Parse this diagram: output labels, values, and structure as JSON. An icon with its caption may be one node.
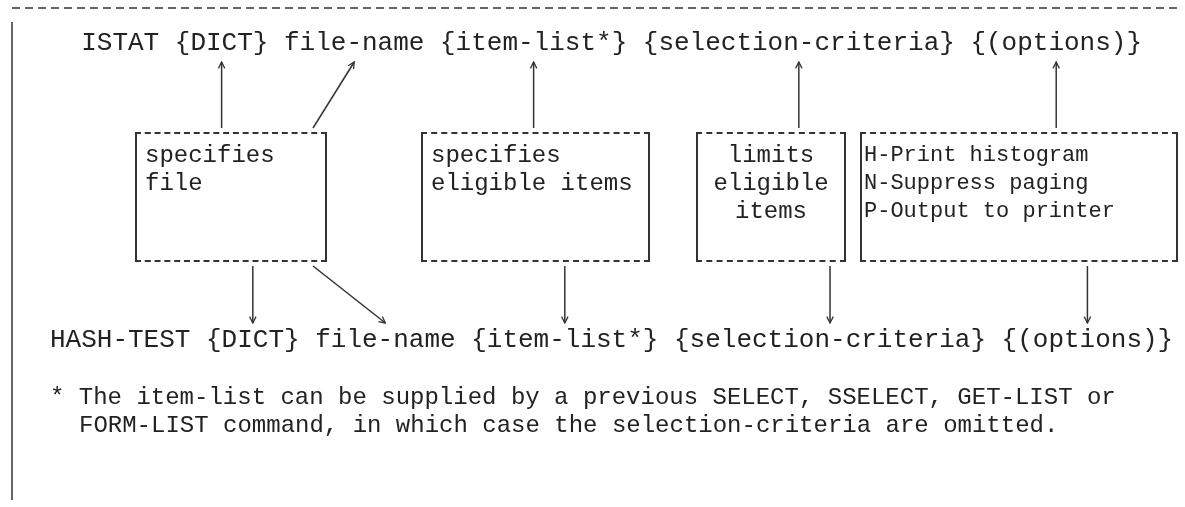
{
  "diagram": {
    "nodes": [
      {
        "text": [
          "{DICT}"
        ]
      },
      {
        "text": [
          "file-name"
        ]
      },
      {
        "text": [
          "{item-list*}"
        ]
      },
      {
        "text": [
          "{selection-criteria}"
        ]
      },
      {
        "text": [
          "{(options)}"
        ]
      },
      {
        "text": [
          "specifies file"
        ]
      },
      {
        "text": [
          "specifies eligible items"
        ]
      },
      {
        "text": [
          "limits eligible items"
        ]
      },
      {
        "text": [
          "H-Print histogram",
          "N-Suppress paging",
          "P-Output to printer"
        ]
      },
      {
        "text": [
          "{DICT}"
        ]
      },
      {
        "text": [
          "file-name"
        ]
      },
      {
        "text": [
          "{item-list*}"
        ]
      },
      {
        "text": [
          "{selection-criteria}"
        ]
      },
      {
        "text": [
          "{(options)}"
        ]
      }
    ],
    "edges": [
      {
        "from": 5,
        "to": 0,
        "arrow": "to"
      },
      {
        "from": 5,
        "to": 1,
        "arrow": "to"
      },
      {
        "from": 6,
        "to": 2,
        "arrow": "to"
      },
      {
        "from": 7,
        "to": 3,
        "arrow": "to"
      },
      {
        "from": 8,
        "to": 4,
        "arrow": "to"
      },
      {
        "from": 5,
        "to": 9,
        "arrow": "to"
      },
      {
        "from": 5,
        "to": 10,
        "arrow": "to"
      },
      {
        "from": 6,
        "to": 11,
        "arrow": "to"
      },
      {
        "from": 7,
        "to": 12,
        "arrow": "to"
      },
      {
        "from": 8,
        "to": 13,
        "arrow": "to"
      }
    ],
    "labels": [
      "ISTAT",
      "HASH-TEST",
      "* The item-list can be supplied by a previous SELECT, SSELECT, GET-LIST or FORM-LIST command, in which case the selection-criteria are omitted."
    ]
  }
}
